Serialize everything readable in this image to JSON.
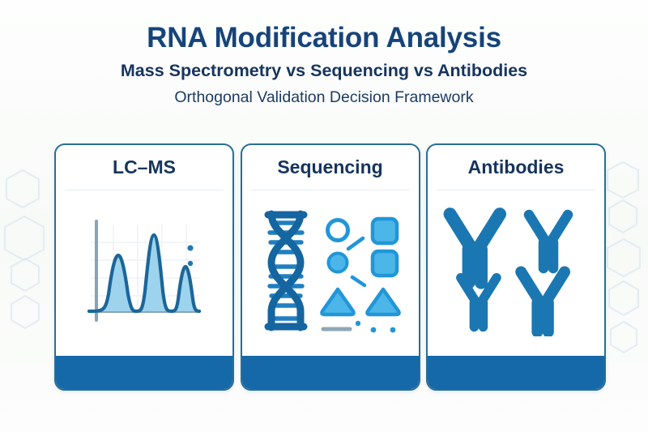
{
  "header": {
    "title": "RNA Modification Analysis",
    "subtitle": "Mass Spectrometry vs Sequencing vs Antibodies",
    "subsubtitle": "Orthogonal Validation Decision Framework"
  },
  "colors": {
    "title_navy": "#16447a",
    "subtitle_navy": "#16345e",
    "card_border": "#2a6e96",
    "card_footer": "#1569a8",
    "accent_blue": "#1b7ab8",
    "light_blue_fill": "#8ecdea",
    "peak_stroke": "#1b6699",
    "grid_line": "#eef2f5",
    "axis_gray": "#8aa3b5",
    "hex_watermark": "#d9e6ef",
    "page_background": "#fbfcfb"
  },
  "cards": [
    {
      "title": "LC–MS",
      "icon": "chromatogram-icon",
      "chart_data": {
        "type": "line",
        "title": "LC–MS chromatogram",
        "xlabel": "",
        "ylabel": "",
        "peaks": [
          {
            "x": 28,
            "height": 62
          },
          {
            "x": 52,
            "height": 92
          },
          {
            "x": 76,
            "height": 48
          }
        ],
        "markers": [
          {
            "x": 88,
            "y": 72
          },
          {
            "x": 88,
            "y": 58
          }
        ],
        "grid": true,
        "xlim": [
          0,
          100
        ],
        "ylim": [
          0,
          100
        ]
      }
    },
    {
      "title": "Sequencing",
      "icon": "dna-helix-icon",
      "glyphs": [
        "hollow-circle",
        "filled-circle",
        "rounded-square-top",
        "rounded-square-bottom",
        "triangle-left",
        "triangle-right",
        "dash-upper",
        "dash-lower",
        "baseline-bar",
        "dot-a",
        "dot-b",
        "dot-c"
      ]
    },
    {
      "title": "Antibodies",
      "icon": "antibody-icon",
      "antibody_count": 4
    }
  ]
}
